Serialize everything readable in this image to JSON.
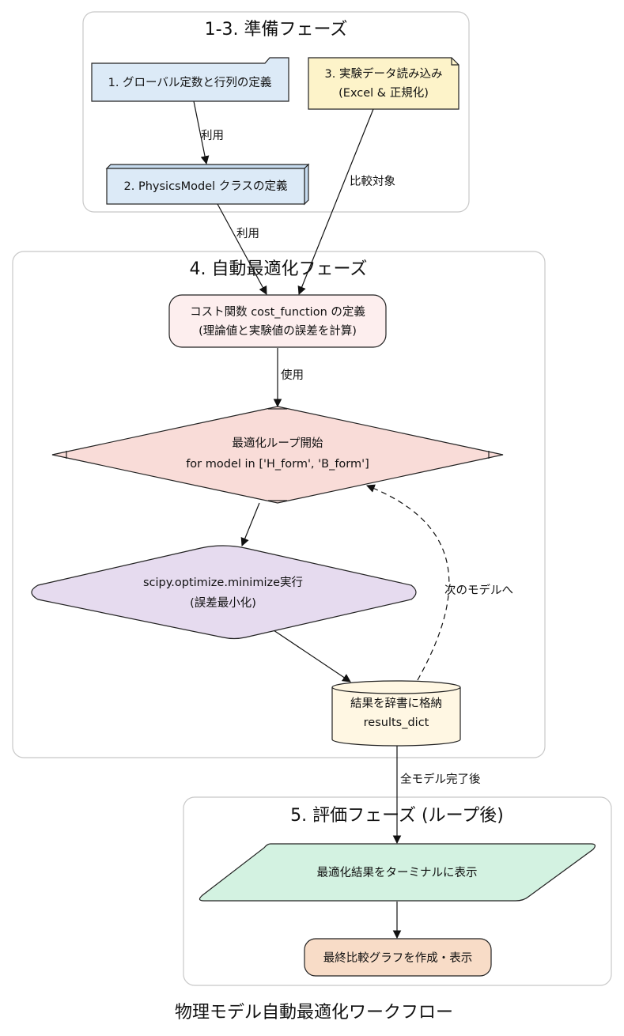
{
  "clusters": {
    "prep": "1-3. 準備フェーズ",
    "optim": "4. 自動最適化フェーズ",
    "eval": "5. 評価フェーズ (ループ後)"
  },
  "nodes": {
    "globals": "1. グローバル定数と行列の定義",
    "data_line1": "3. 実験データ読み込み",
    "data_line2": "(Excel & 正規化)",
    "physics": "2. PhysicsModel クラスの定義",
    "cost_line1": "コスト関数 cost_function の定義",
    "cost_line2": "(理論値と実験値の誤差を計算)",
    "loop_line1": "最適化ループ開始",
    "loop_line2": "for model in ['H_form', 'B_form']",
    "minimize_line1": "scipy.optimize.minimize実行",
    "minimize_line2": "(誤差最小化)",
    "results_line1": "結果を辞書に格納",
    "results_line2": "results_dict",
    "display": "最適化結果をターミナルに表示",
    "graph": "最終比較グラフを作成・表示"
  },
  "edges": {
    "use1": "利用",
    "compare": "比較対象",
    "use2": "利用",
    "use3": "使用",
    "next_model": "次のモデルへ",
    "all_done": "全モデル完了後"
  },
  "caption": "物理モデル自動最適化ワークフロー",
  "colors": {
    "blue_node": "#dceaf7",
    "yellow_note": "#fdf3c9",
    "pink_node": "#fdeeee",
    "salmon_diamond": "#f9dcd8",
    "lavender_diamond": "#e6dbef",
    "cream_cylinder": "#fff7e3",
    "mint_parallelogram": "#d3f2e1",
    "peach_box": "#f8dcc7"
  }
}
